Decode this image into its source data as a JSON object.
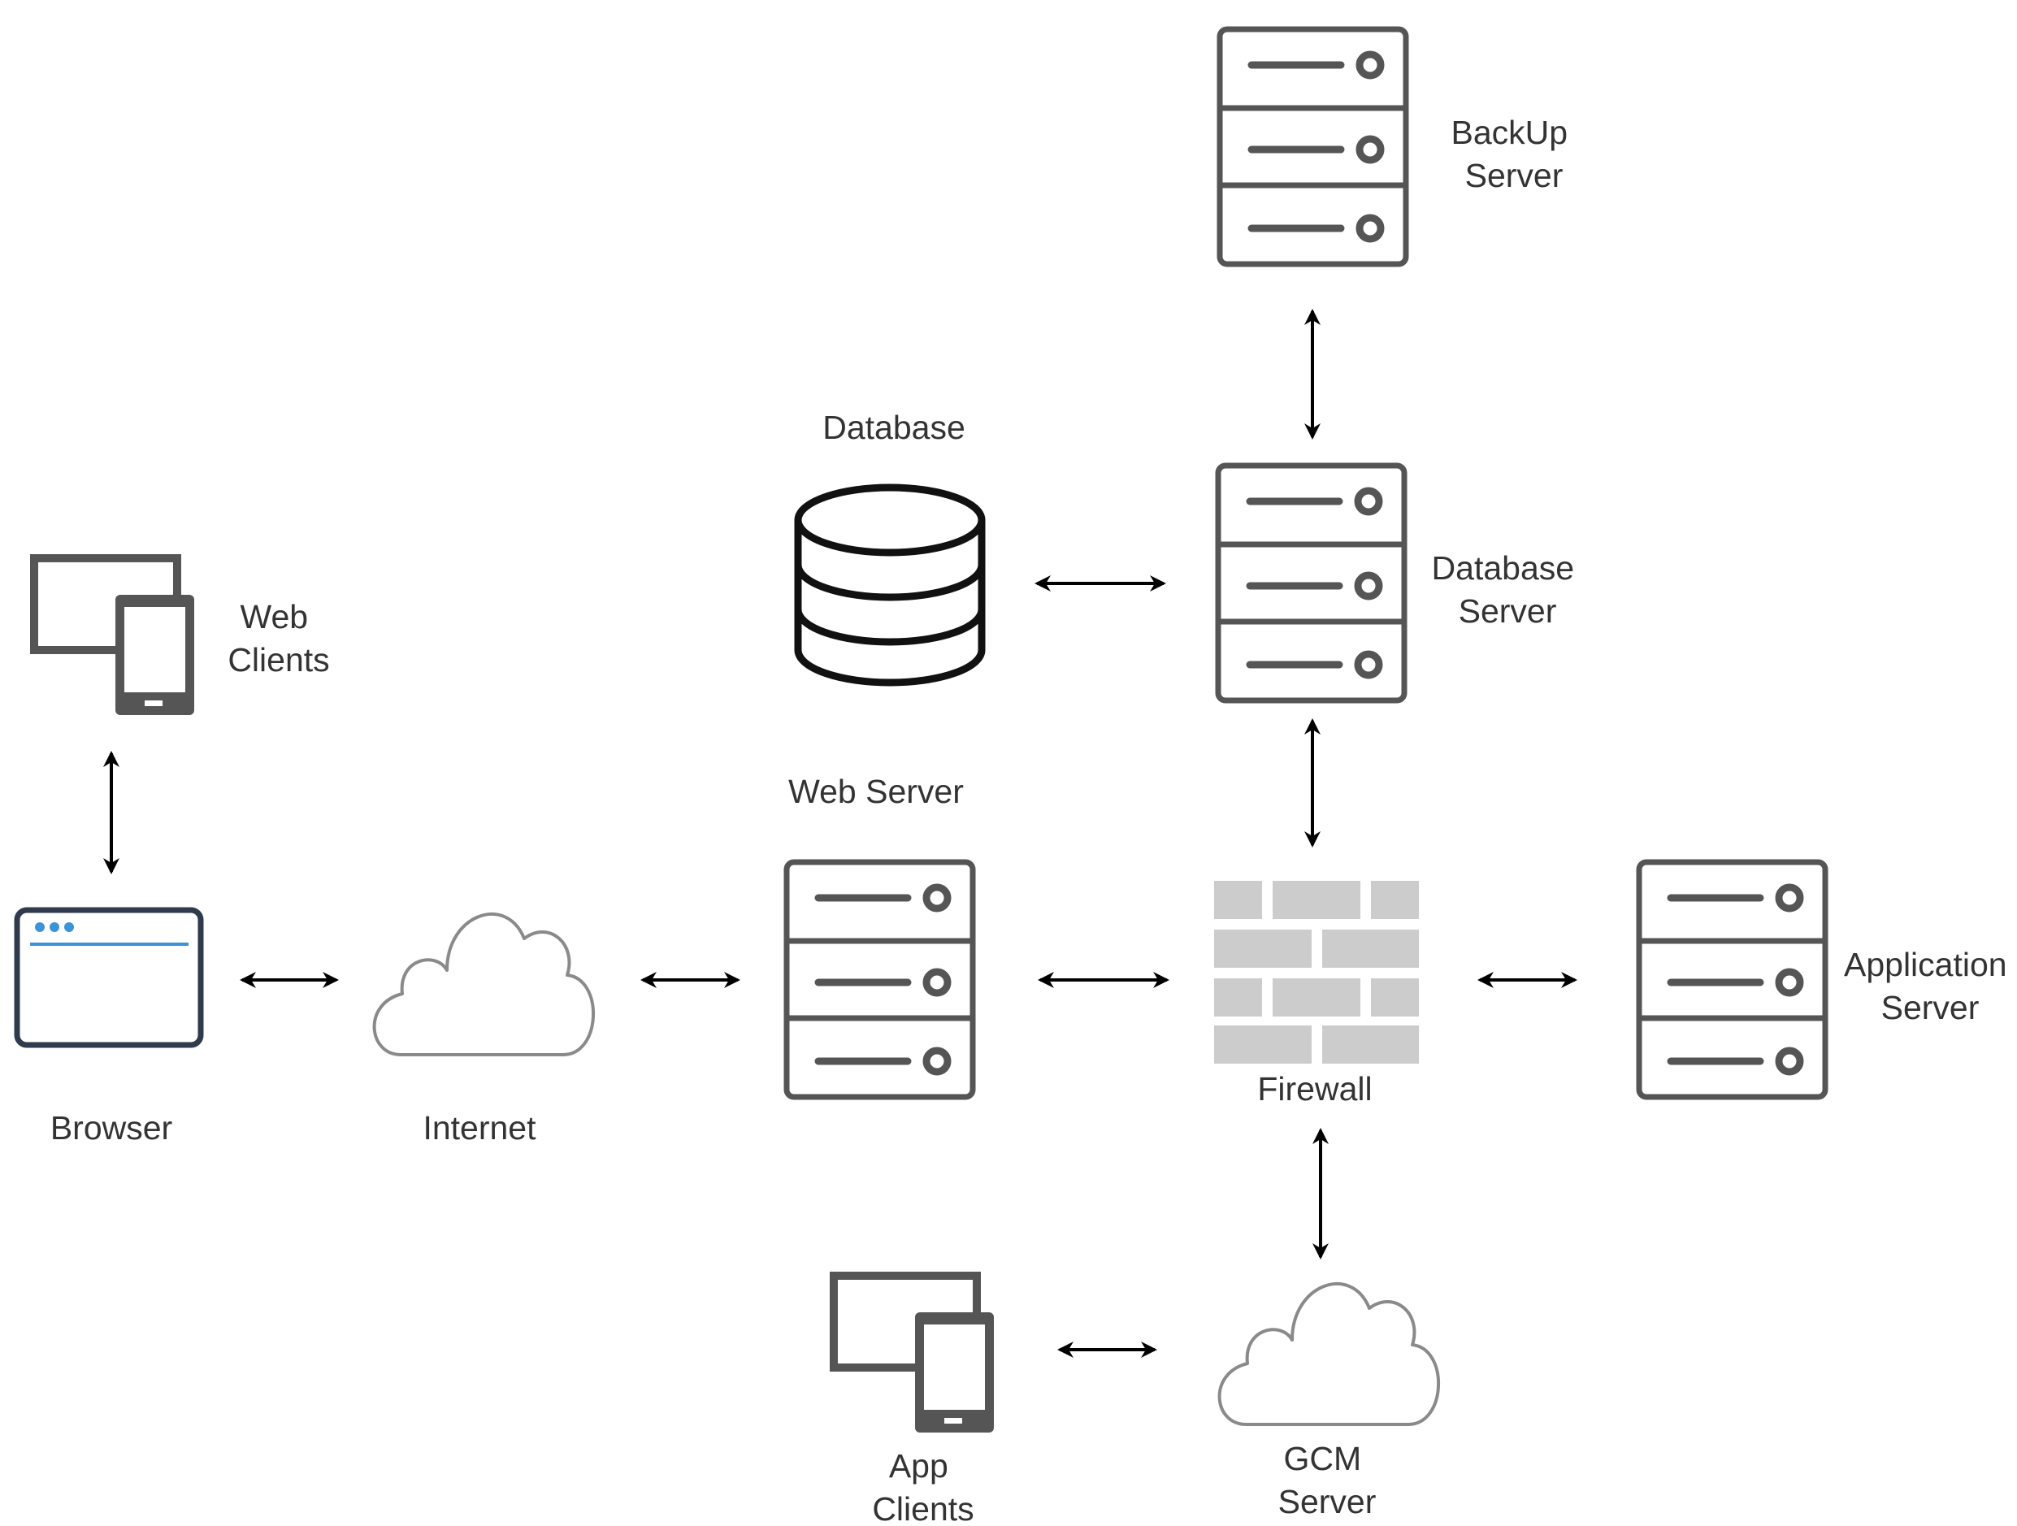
{
  "nodes": {
    "backup_server": {
      "line1": "BackUp",
      "line2": "Server"
    },
    "database": {
      "label": "Database"
    },
    "database_server": {
      "line1": "Database",
      "line2": "Server"
    },
    "web_clients": {
      "line1": "Web",
      "line2": "Clients"
    },
    "browser": {
      "label": "Browser"
    },
    "internet": {
      "label": "Internet"
    },
    "web_server": {
      "label": "Web Server"
    },
    "firewall": {
      "label": "Firewall"
    },
    "application_server": {
      "line1": "Application",
      "line2": "Server"
    },
    "app_clients": {
      "line1": "App",
      "line2": "Clients"
    },
    "gcm_server": {
      "line1": "GCM",
      "line2": "Server"
    }
  },
  "icons": {
    "server": "server-rack-icon",
    "database": "database-cylinder-icon",
    "devices": "monitor-and-phone-icon",
    "browser": "browser-window-icon",
    "cloud": "cloud-icon",
    "firewall": "brick-wall-icon"
  },
  "colors": {
    "icon_dark": "#555555",
    "icon_black": "#111111",
    "browser_border": "#2f3b4c",
    "browser_accent": "#3b94d9",
    "cloud_stroke": "#8a8a8a",
    "brick_fill": "#cccccc",
    "text": "#333333",
    "arrow": "#000000"
  }
}
